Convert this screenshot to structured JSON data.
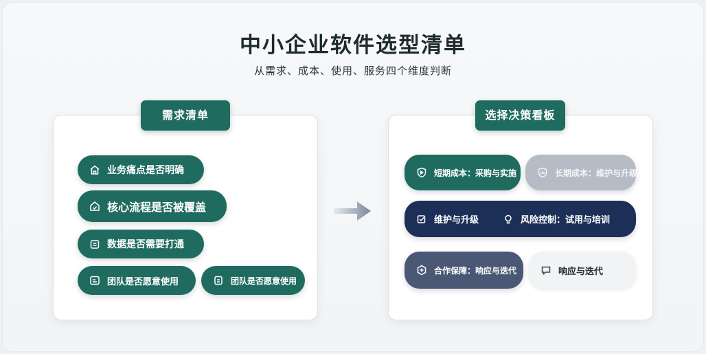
{
  "header": {
    "title": "中小企业软件选型清单",
    "subtitle": "从需求、成本、使用、服务四个维度判断"
  },
  "left_panel": {
    "title": "需求清单",
    "items": [
      {
        "label": "业务痛点是否明确",
        "icon": "home-icon"
      },
      {
        "label": "核心流程是否被覆盖",
        "icon": "house-check-icon"
      },
      {
        "label": "数据是否需要打通",
        "icon": "database-box-icon"
      },
      {
        "label": "团队是否愿意使用",
        "icon": "team-card-icon"
      },
      {
        "label": "团队是否愿意使用",
        "icon": "team-doc-icon"
      }
    ]
  },
  "right_panel": {
    "title": "选择决策看板",
    "short_cost": "短期成本：采购与实施",
    "long_cost": "长期成本：维护与升级",
    "maintain": "维护与升级",
    "risk": "风险控制：试用与培训",
    "service": "合作保障：响应与迭代",
    "iterate": "响应与迭代"
  }
}
